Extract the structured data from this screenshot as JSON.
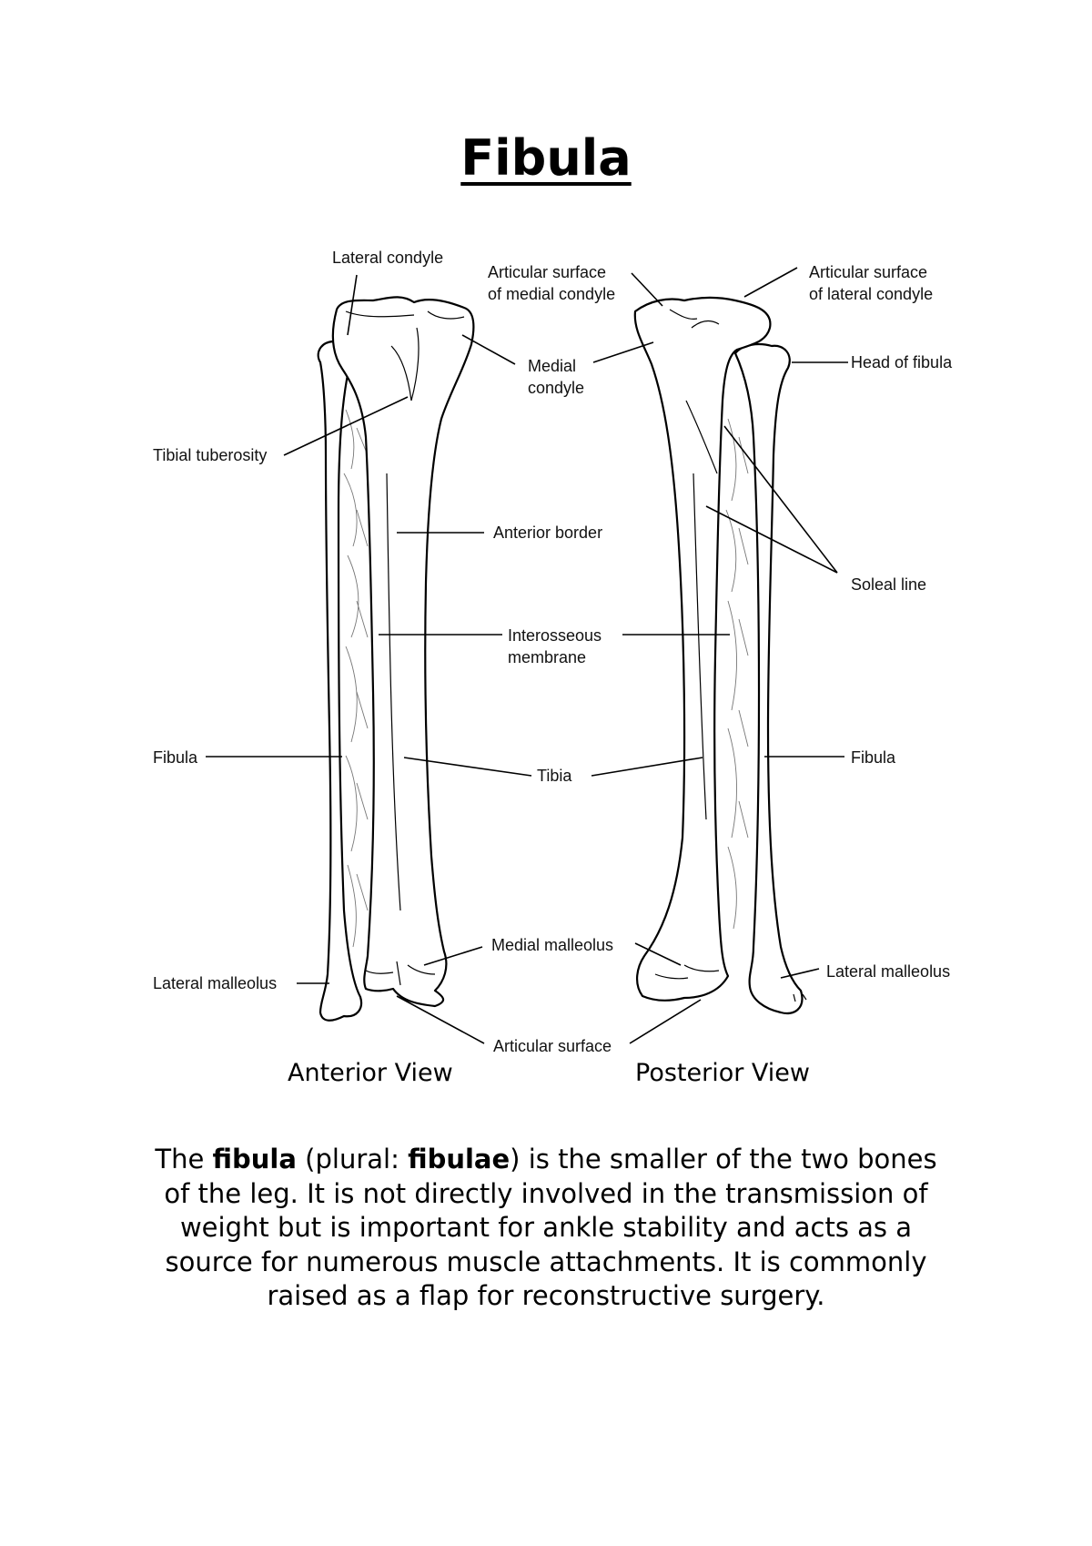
{
  "title": "Fibula",
  "figure": {
    "labels": {
      "lateral_condyle": "Lateral condyle",
      "articular_medial_1": "Articular surface",
      "articular_medial_2": "of medial condyle",
      "articular_lateral_1": "Articular surface",
      "articular_lateral_2": "of lateral condyle",
      "medial_condyle_1": "Medial",
      "medial_condyle_2": "condyle",
      "head_of_fibula": "Head of fibula",
      "tibial_tuberosity": "Tibial tuberosity",
      "anterior_border": "Anterior border",
      "soleal_line": "Soleal line",
      "interosseous_1": "Interosseous",
      "interosseous_2": "membrane",
      "fibula_left": "Fibula",
      "fibula_right": "Fibula",
      "tibia": "Tibia",
      "medial_malleolus": "Medial malleolus",
      "lateral_malleolus_left": "Lateral malleolus",
      "lateral_malleolus_right": "Lateral malleolus",
      "articular_surface": "Articular surface"
    },
    "views": {
      "anterior": "Anterior View",
      "posterior": "Posterior View"
    }
  },
  "description": {
    "part1": "The ",
    "bold1": "fibula",
    "part2": " (plural: ",
    "bold2": "fibulae",
    "part3": ") is the smaller of the two bones of the leg. It is not directly involved in the transmission of weight but is important for ankle stability and acts as a source for numerous muscle attachments. It is commonly raised as a flap for reconstructive surgery."
  }
}
